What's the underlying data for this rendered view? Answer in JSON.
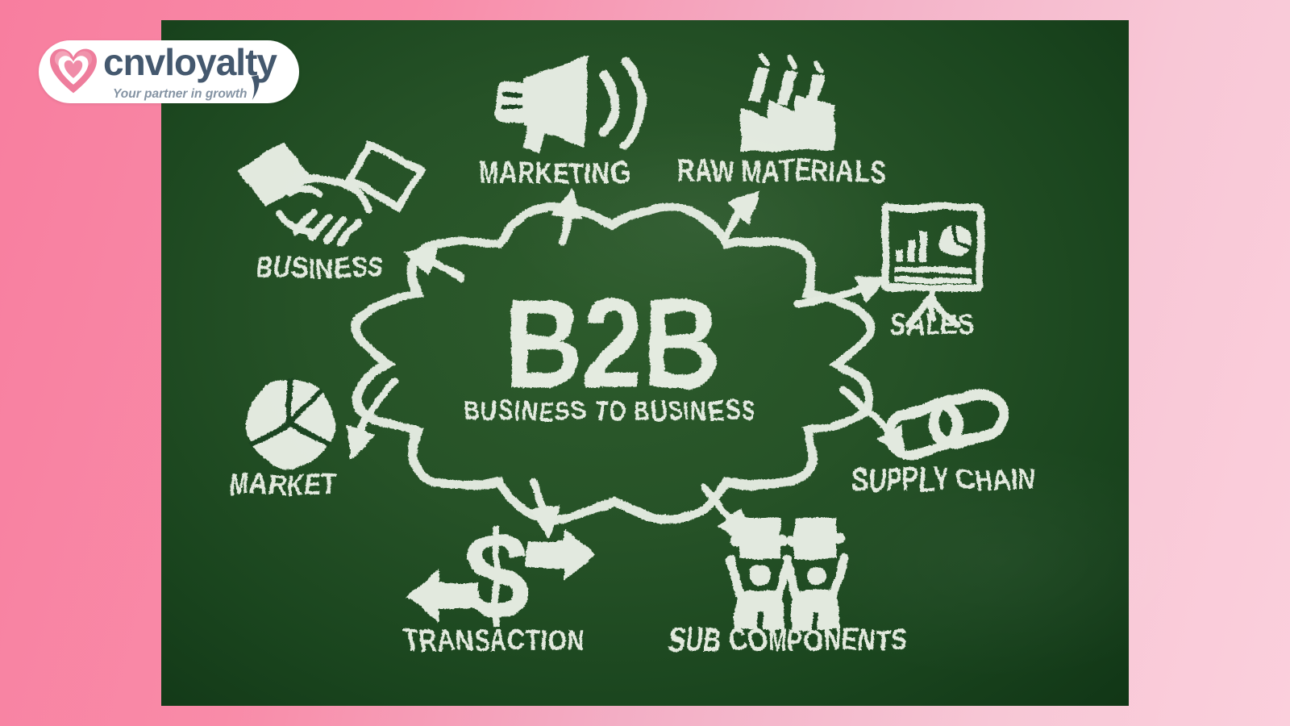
{
  "logo": {
    "brand": "cnvloyalty",
    "tagline": "Your partner in growth"
  },
  "center": {
    "title": "B2B",
    "subtitle": "BUSINESS TO BUSINESS"
  },
  "nodes": [
    {
      "label": "BUSINESS",
      "icon": "handshake-icon",
      "position": "upper-left"
    },
    {
      "label": "MARKETING",
      "icon": "megaphone-icon",
      "position": "top-left"
    },
    {
      "label": "RAW MATERIALS",
      "icon": "factory-icon",
      "position": "top-right"
    },
    {
      "label": "SALES",
      "icon": "presentation-chart-icon",
      "position": "right-upper"
    },
    {
      "label": "SUPPLY CHAIN",
      "icon": "chain-link-icon",
      "position": "right-lower"
    },
    {
      "label": "MARKET",
      "icon": "pie-chart-icon",
      "position": "lower-left"
    },
    {
      "label": "TRANSACTION",
      "icon": "dollar-exchange-icon",
      "position": "bottom-left"
    },
    {
      "label": "SUB COMPONENTS",
      "icon": "puzzle-people-icon",
      "position": "bottom-right"
    }
  ],
  "colors": {
    "background_pink_start": "#f87e9f",
    "background_pink_end": "#fbcfdc",
    "chalkboard_green": "#1e4a21",
    "chalk_white": "#eef3ea",
    "logo_heart_pink": "#ee7d9c",
    "logo_text_slate": "#44586e"
  }
}
